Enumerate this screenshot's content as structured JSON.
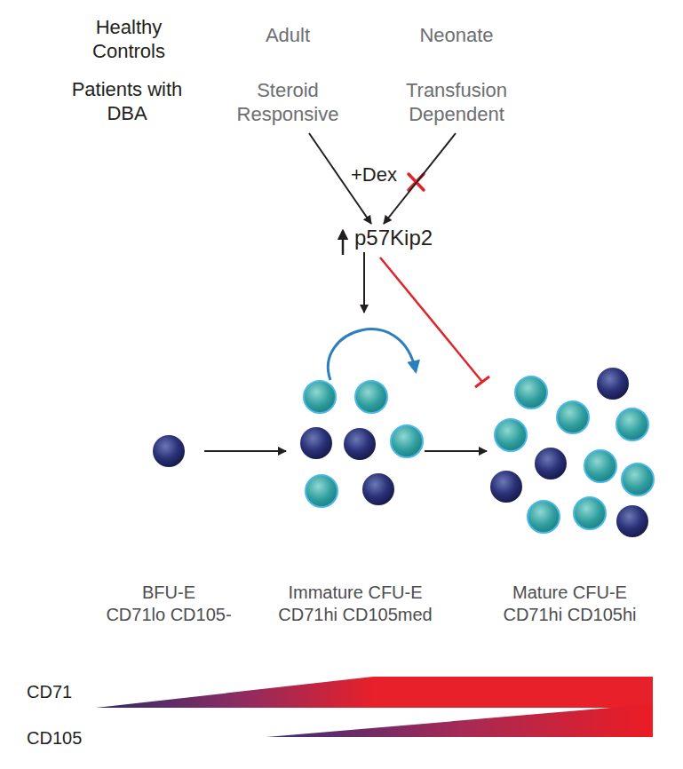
{
  "diagram": {
    "nodes": [
      {
        "text": [
          "Adult",
          "Steroid Responsive"
        ]
      },
      {
        "text": [
          "Neonate",
          "Transfusion Dependent"
        ]
      },
      {
        "text": [
          "p57Kip2"
        ]
      },
      {
        "text": [
          "BFU-E",
          "CD71lo CD105-"
        ]
      },
      {
        "text": [
          "Immature CFU-E",
          "CD71hi CD105med"
        ]
      },
      {
        "text": [
          "Mature CFU-E",
          "CD71hi CD105hi"
        ]
      }
    ],
    "edges": [
      {
        "from": 0,
        "to": 2,
        "arrow": "to"
      },
      {
        "from": 1,
        "to": 2,
        "arrow": "to"
      },
      {
        "from": 2,
        "to": 4,
        "arrow": "to"
      },
      {
        "from": 3,
        "to": 4,
        "arrow": "to"
      },
      {
        "from": 4,
        "to": 5,
        "arrow": "to"
      }
    ],
    "labels": [
      "Healthy Controls",
      "Patients with DBA",
      "+Dex",
      "CD71",
      "CD105"
    ]
  }
}
